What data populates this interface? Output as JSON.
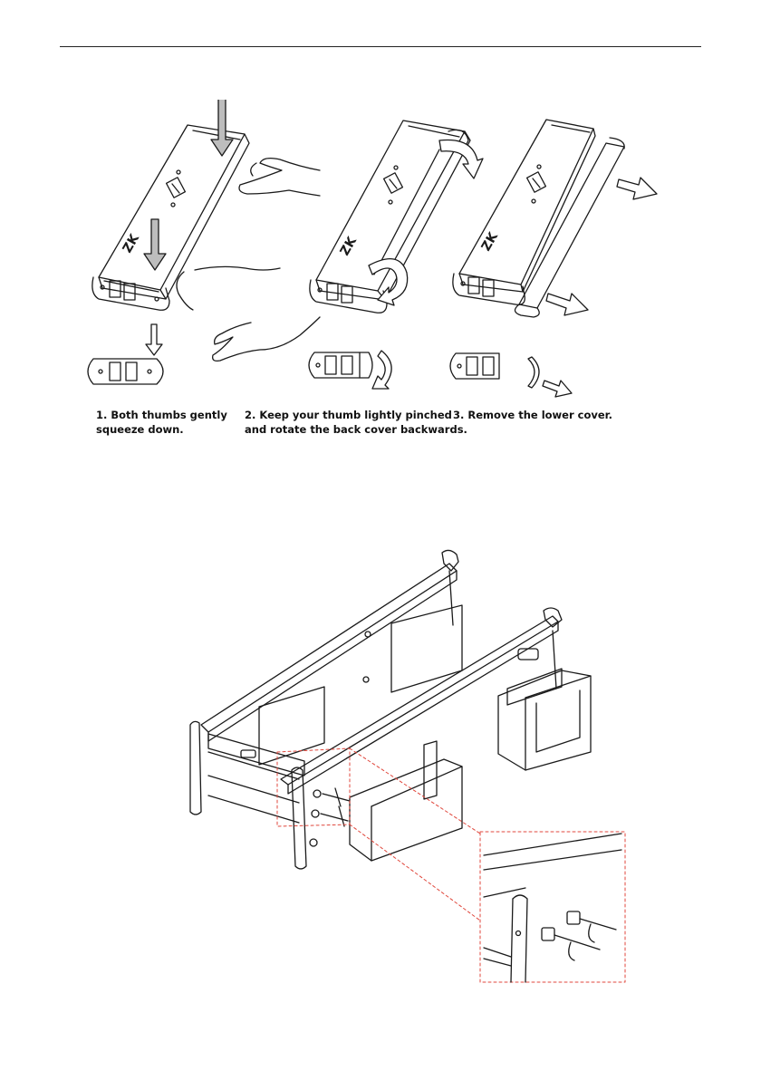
{
  "steps": [
    {
      "caption_line1": "1. Both thumbs gently",
      "caption_line2": "squeeze down."
    },
    {
      "caption_line1": "2. Keep your thumb lightly pinched",
      "caption_line2": "and rotate the back cover backwards."
    },
    {
      "caption_line1": "3. Remove the lower cover.",
      "caption_line2": ""
    }
  ],
  "device_logo_text": "ZK",
  "colors": {
    "line": "#1a1a1a",
    "leader": "#e0473c",
    "background": "#ffffff"
  },
  "icons": [
    "down-arrow-icon",
    "rotate-arrow-icon",
    "right-arrow-icon",
    "hand-icon"
  ]
}
